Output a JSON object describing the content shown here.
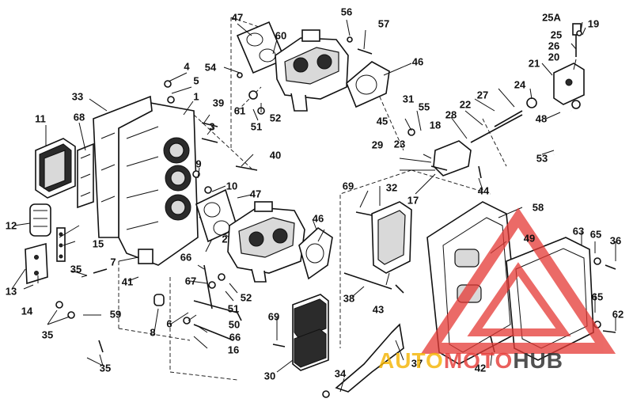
{
  "diagram": {
    "callouts": [
      "47",
      "56",
      "57",
      "25A",
      "19",
      "60",
      "25",
      "26",
      "4",
      "54",
      "5",
      "1",
      "20",
      "21",
      "46",
      "33",
      "39",
      "24",
      "31",
      "55",
      "27",
      "11",
      "68",
      "3",
      "61",
      "51",
      "52",
      "45",
      "22",
      "28",
      "18",
      "48",
      "29",
      "23",
      "53",
      "40",
      "9",
      "10",
      "47",
      "69",
      "32",
      "44",
      "17",
      "58",
      "12",
      "15",
      "2",
      "46",
      "49",
      "63",
      "65",
      "36",
      "13",
      "35",
      "7",
      "66",
      "41",
      "67",
      "51",
      "52",
      "38",
      "43",
      "65",
      "14",
      "59",
      "8",
      "6",
      "50",
      "66",
      "16",
      "69",
      "62",
      "35",
      "35",
      "37",
      "42",
      "30",
      "34"
    ]
  },
  "watermark": {
    "brand_parts": [
      "AUTO",
      "MOTO",
      "HUB"
    ],
    "colors": {
      "triangle": "#e53935",
      "auto": "#f4b400",
      "moto": "#e53935",
      "hub": "#333333"
    }
  }
}
